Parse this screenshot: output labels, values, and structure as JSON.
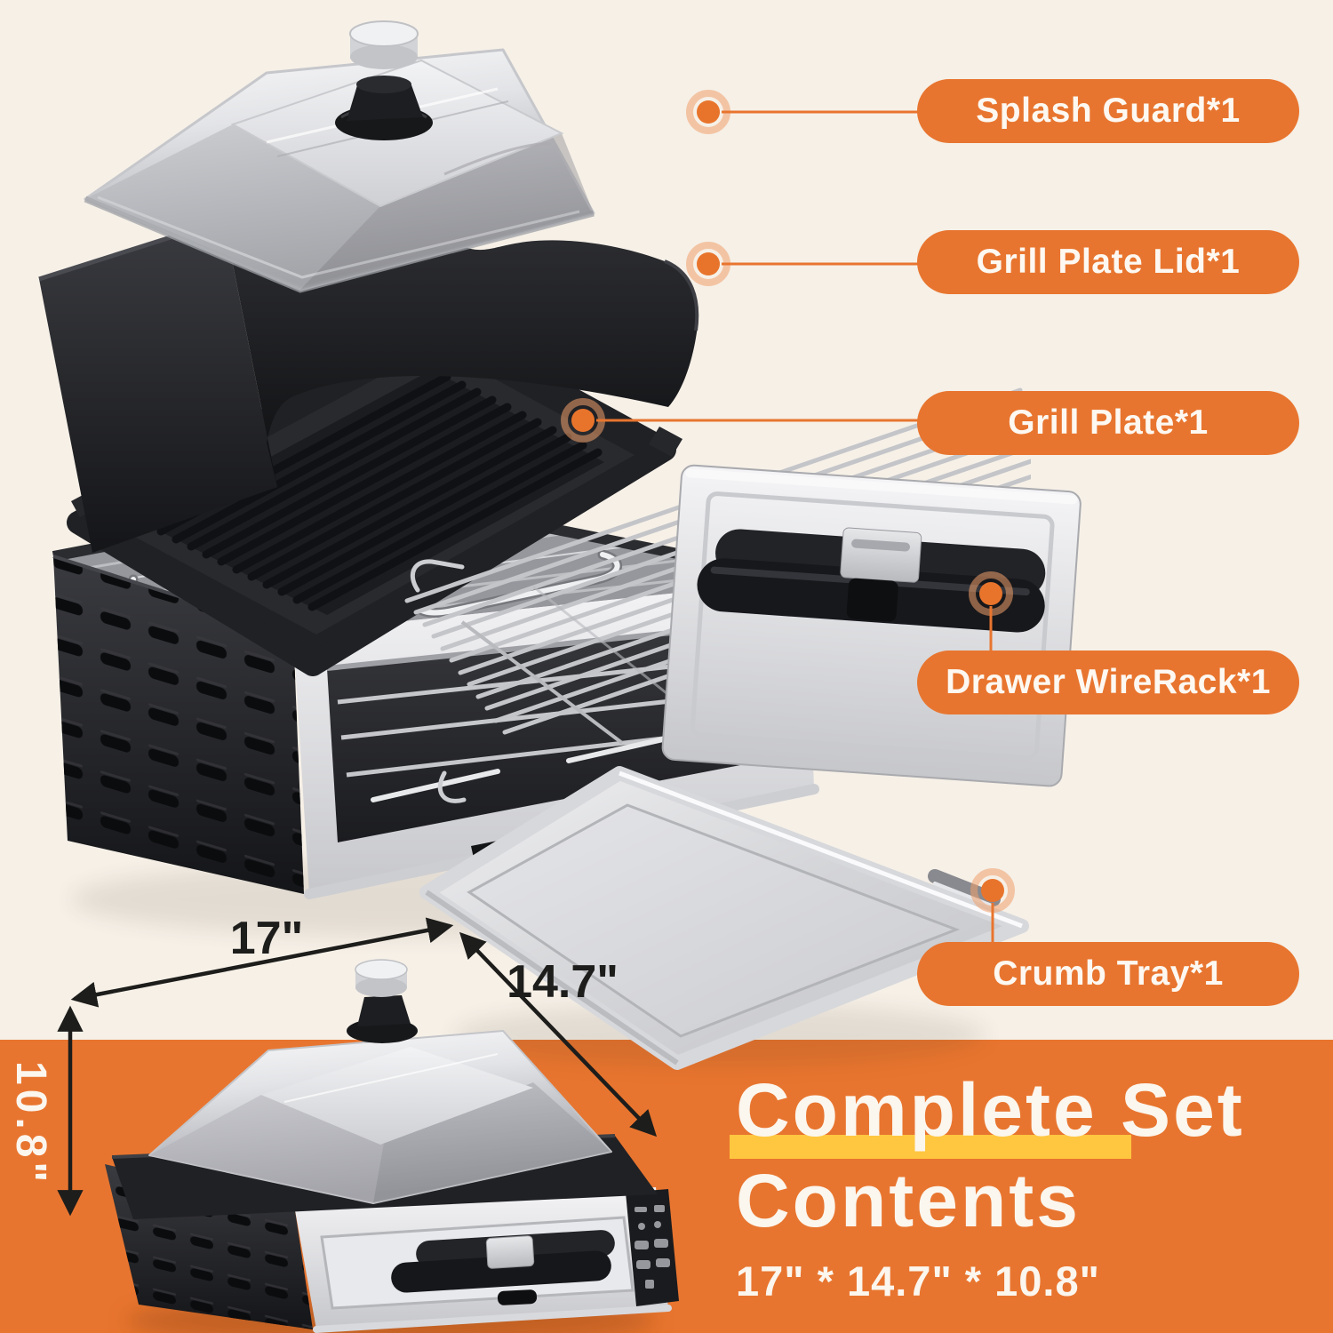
{
  "colors": {
    "background": "#F6F0E7",
    "accent_orange": "#E8752F",
    "highlight_yellow": "#FFC640",
    "dimension_text_dark": "#1D1D1B",
    "label_text_light": "#FDF8F1"
  },
  "callouts": [
    {
      "id": "splash-guard",
      "label": "Splash Guard*1"
    },
    {
      "id": "grill-plate-lid",
      "label": "Grill Plate Lid*1"
    },
    {
      "id": "grill-plate",
      "label": "Grill Plate*1"
    },
    {
      "id": "drawer-wirerack",
      "label": "Drawer WireRack*1"
    },
    {
      "id": "crumb-tray",
      "label": "Crumb Tray*1"
    }
  ],
  "dimensions": {
    "width_label": "17\"",
    "depth_label": "14.7\"",
    "height_label": "10.8\""
  },
  "footer": {
    "heading_line1": "Complete Set",
    "heading_line2": "Contents",
    "size_summary": "17\" * 14.7\" * 10.8\""
  }
}
